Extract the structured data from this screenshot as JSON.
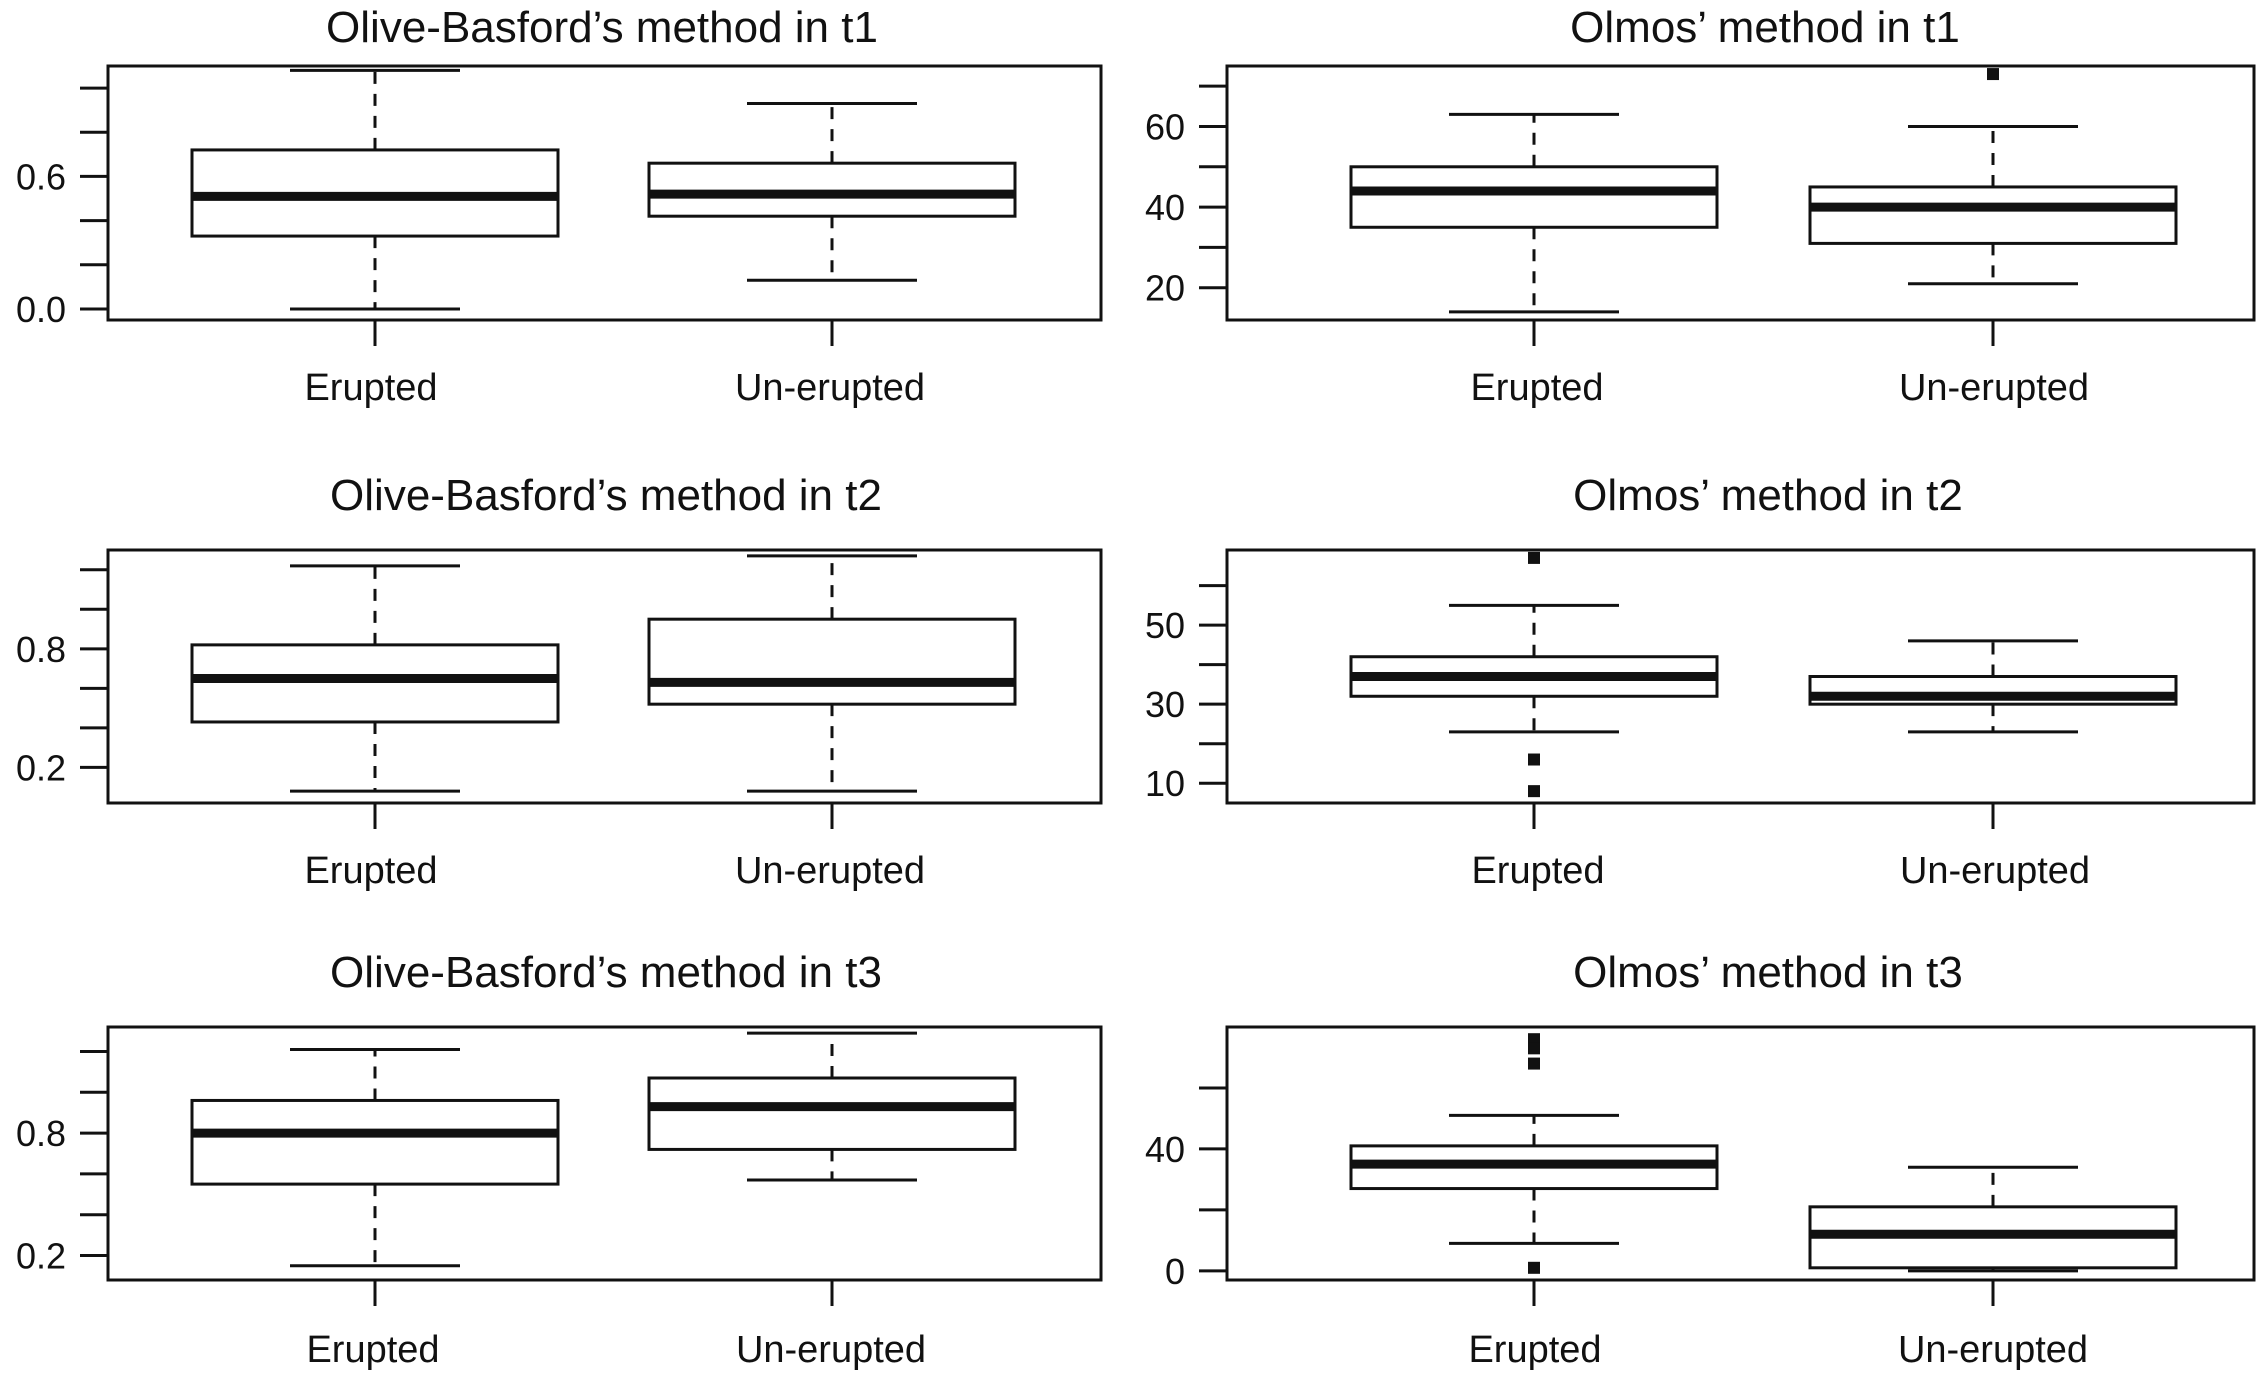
{
  "chart_data": [
    {
      "type": "box",
      "title": "Olive-Basford’s method in t1",
      "categories": [
        "Erupted",
        "Un-erupted"
      ],
      "yticks": [
        0.0,
        0.2,
        0.4,
        0.6,
        0.8,
        1.0
      ],
      "yticklabels": [
        "0.0",
        "",
        "",
        "0.6",
        "",
        ""
      ],
      "ylim": [
        -0.05,
        1.1
      ],
      "boxes": [
        {
          "whisker_low": 0.0,
          "q1": 0.33,
          "median": 0.51,
          "q3": 0.72,
          "whisker_high": 1.08,
          "outliers": []
        },
        {
          "whisker_low": 0.13,
          "q1": 0.42,
          "median": 0.52,
          "q3": 0.66,
          "whisker_high": 0.93,
          "outliers": []
        }
      ]
    },
    {
      "type": "box",
      "title": "Olmos’ method in t1",
      "categories": [
        "Erupted",
        "Un-erupted"
      ],
      "yticks": [
        20,
        30,
        40,
        50,
        60,
        70
      ],
      "yticklabels": [
        "20",
        "",
        "40",
        "",
        "60",
        ""
      ],
      "ylim": [
        12,
        75
      ],
      "boxes": [
        {
          "whisker_low": 14,
          "q1": 35,
          "median": 44,
          "q3": 50,
          "whisker_high": 63,
          "outliers": []
        },
        {
          "whisker_low": 21,
          "q1": 31,
          "median": 40,
          "q3": 45,
          "whisker_high": 60,
          "outliers": [
            73
          ]
        }
      ]
    },
    {
      "type": "box",
      "title": "Olive-Basford’s method in t2",
      "categories": [
        "Erupted",
        "Un-erupted"
      ],
      "yticks": [
        0.2,
        0.4,
        0.6,
        0.8,
        1.0,
        1.2
      ],
      "yticklabels": [
        "0.2",
        "",
        "",
        "0.8",
        "",
        ""
      ],
      "ylim": [
        0.02,
        1.3
      ],
      "boxes": [
        {
          "whisker_low": 0.08,
          "q1": 0.43,
          "median": 0.65,
          "q3": 0.82,
          "whisker_high": 1.22,
          "outliers": []
        },
        {
          "whisker_low": 0.08,
          "q1": 0.52,
          "median": 0.63,
          "q3": 0.95,
          "whisker_high": 1.27,
          "outliers": []
        }
      ]
    },
    {
      "type": "box",
      "title": "Olmos’ method in t2",
      "categories": [
        "Erupted",
        "Un-erupted"
      ],
      "yticks": [
        10,
        20,
        30,
        40,
        50,
        60
      ],
      "yticklabels": [
        "10",
        "",
        "30",
        "",
        "50",
        ""
      ],
      "ylim": [
        5,
        69
      ],
      "boxes": [
        {
          "whisker_low": 23,
          "q1": 32,
          "median": 37,
          "q3": 42,
          "whisker_high": 55,
          "outliers": [
            67,
            16,
            8
          ]
        },
        {
          "whisker_low": 23,
          "q1": 30,
          "median": 32,
          "q3": 37,
          "whisker_high": 46,
          "outliers": []
        }
      ]
    },
    {
      "type": "box",
      "title": "Olive-Basford’s method in t3",
      "categories": [
        "Erupted",
        "Un-erupted"
      ],
      "yticks": [
        0.2,
        0.4,
        0.6,
        0.8,
        1.0,
        1.2
      ],
      "yticklabels": [
        "0.2",
        "",
        "",
        "0.8",
        "",
        ""
      ],
      "ylim": [
        0.08,
        1.32
      ],
      "boxes": [
        {
          "whisker_low": 0.15,
          "q1": 0.55,
          "median": 0.8,
          "q3": 0.96,
          "whisker_high": 1.21,
          "outliers": []
        },
        {
          "whisker_low": 0.57,
          "q1": 0.72,
          "median": 0.93,
          "q3": 1.07,
          "whisker_high": 1.29,
          "outliers": []
        }
      ]
    },
    {
      "type": "box",
      "title": "Olmos’ method in t3",
      "categories": [
        "Erupted",
        "Un-erupted"
      ],
      "yticks": [
        0,
        20,
        40,
        60
      ],
      "yticklabels": [
        "0",
        "",
        "40",
        ""
      ],
      "ylim": [
        -3,
        80
      ],
      "boxes": [
        {
          "whisker_low": 9,
          "q1": 27,
          "median": 35,
          "q3": 41,
          "whisker_high": 51,
          "outliers": [
            76,
            73,
            68,
            1
          ]
        },
        {
          "whisker_low": 0,
          "q1": 1,
          "median": 12,
          "q3": 21,
          "whisker_high": 34,
          "outliers": []
        }
      ]
    }
  ]
}
